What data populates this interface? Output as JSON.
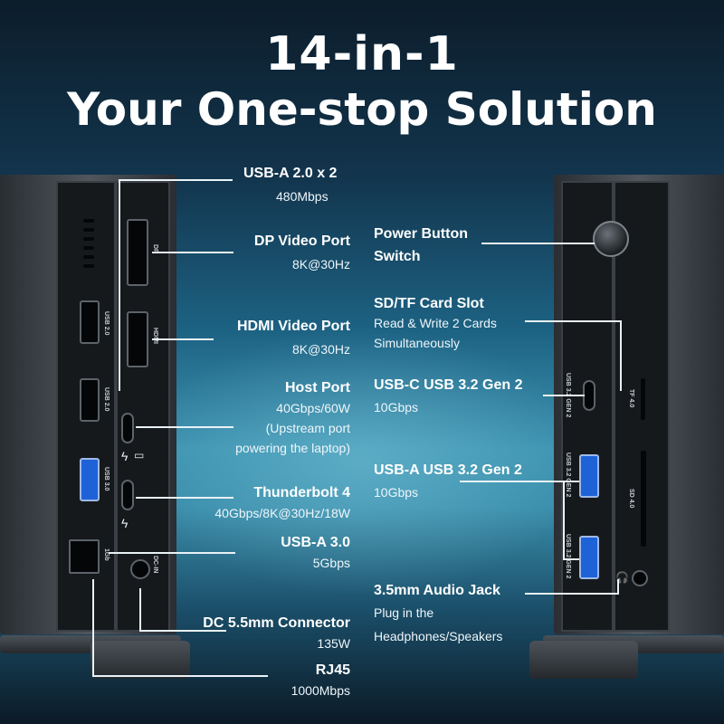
{
  "headline": {
    "line1": "14-in-1",
    "line2": "Your One-stop Solution"
  },
  "left_callouts": [
    {
      "label": "USB-A 2.0 x 2",
      "detail": [
        "480Mbps"
      ]
    },
    {
      "label": "DP Video Port",
      "detail": [
        "8K@30Hz"
      ]
    },
    {
      "label": "HDMI Video Port",
      "detail": [
        "8K@30Hz"
      ]
    },
    {
      "label": "Host Port",
      "detail": [
        "40Gbps/60W",
        "(Upstream port",
        "powering the laptop)"
      ]
    },
    {
      "label": "Thunderbolt 4",
      "detail": [
        "40Gbps/8K@30Hz/18W"
      ]
    },
    {
      "label": "USB-A 3.0",
      "detail": [
        "5Gbps"
      ]
    },
    {
      "label": "DC 5.5mm Connector",
      "detail": [
        "135W"
      ]
    },
    {
      "label": "RJ45",
      "detail": [
        "1000Mbps"
      ]
    }
  ],
  "right_callouts": [
    {
      "label": "Power Button",
      "label2": "Switch",
      "detail": []
    },
    {
      "label": "SD/TF Card Slot",
      "detail": [
        "Read & Write 2 Cards",
        "Simultaneously"
      ]
    },
    {
      "label": "USB-C USB 3.2 Gen 2",
      "detail": [
        "10Gbps"
      ]
    },
    {
      "label": "USB-A USB 3.2  Gen 2",
      "detail": [
        "10Gbps"
      ]
    },
    {
      "label": "3.5mm Audio Jack",
      "detail": [
        "Plug in the",
        "Headphones/Speakers"
      ]
    }
  ],
  "port_markings": {
    "dp": "DP",
    "hdmi": "HDMI",
    "usb20": "USB 2.0",
    "usb30": "USB 3.0",
    "lan": "1Gb",
    "dcin": "DC-IN",
    "usb32": "USB 3.2 GEN 2",
    "tf": "TF 4.0",
    "sd": "SD 4.0"
  },
  "colors": {
    "accent_blue": "#1e62d8",
    "line": "#e9f2f6"
  },
  "icons": [
    "thunderbolt-icon",
    "laptop-icon",
    "headphone-icon"
  ]
}
